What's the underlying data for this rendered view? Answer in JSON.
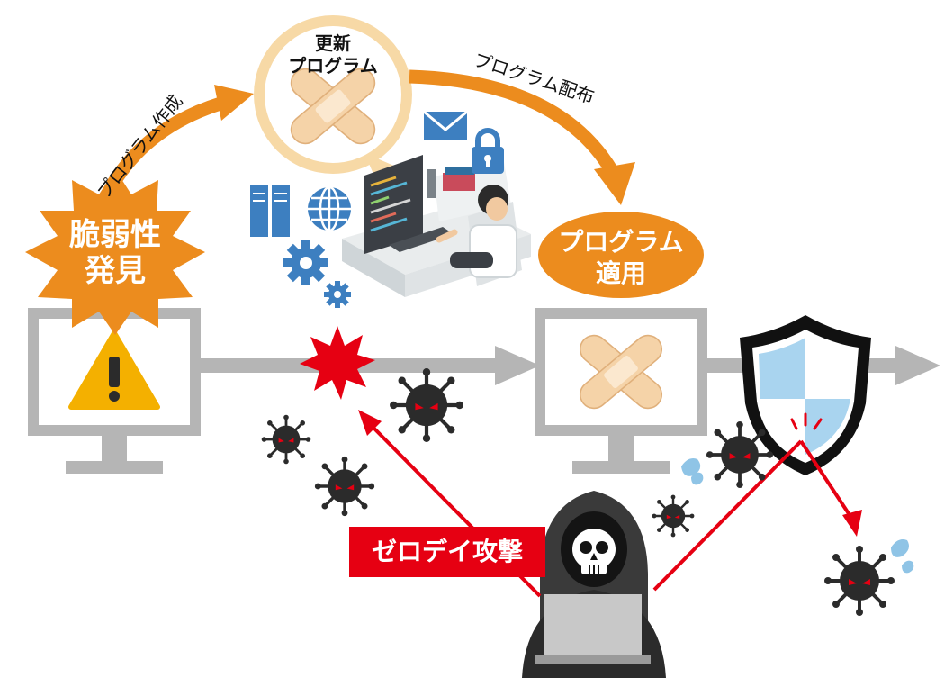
{
  "labels": {
    "vuln_line1": "脆弱性",
    "vuln_line2": "発見",
    "create_program": "プログラム作成",
    "update_line1": "更新",
    "update_line2": "プログラム",
    "distribute_program": "プログラム配布",
    "apply_line1": "プログラム",
    "apply_line2": "適用",
    "zero_day": "ゼロデイ攻撃"
  },
  "colors": {
    "orange": "#ec8c1e",
    "orange_light": "#f7d9a6",
    "red": "#e60012",
    "gray": "#b5b5b5",
    "warning_yellow": "#f4b000",
    "virus": "#2b2b2b",
    "shield_blue": "#a9d4ef",
    "it_blue": "#3d7fc0"
  },
  "icons": [
    "warning-icon",
    "bandage-icon",
    "shield-icon",
    "virus-icon",
    "hacker-icon",
    "mail-icon",
    "lock-icon",
    "globe-icon",
    "server-icon",
    "gear-icon",
    "water-drop-icon"
  ]
}
